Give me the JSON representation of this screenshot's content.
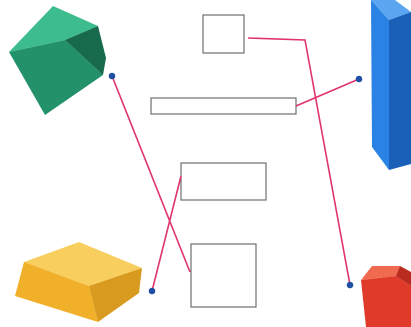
{
  "colors": {
    "background": "#ffffff",
    "connector_line": "#e0336f",
    "connector_dot": "#1f4fa3",
    "answer_box_border": "#6f6f6f",
    "green_cube": "#23916a",
    "blue_prism": "#1f6fd0",
    "yellow_slab": "#f3b935",
    "red_cube": "#e03a2a"
  },
  "diagram": {
    "solids": [
      {
        "name": "green-cube-solid",
        "shape": "cube",
        "color": "green"
      },
      {
        "name": "blue-prism-solid",
        "shape": "tall rectangular prism",
        "color": "blue"
      },
      {
        "name": "yellow-slab-solid",
        "shape": "flat rectangular prism",
        "color": "yellow"
      },
      {
        "name": "red-cube-solid",
        "shape": "cube",
        "color": "red"
      }
    ],
    "answer_boxes": [
      {
        "name": "answer-box-top",
        "text": ""
      },
      {
        "name": "answer-box-long",
        "text": ""
      },
      {
        "name": "answer-box-middle",
        "text": ""
      },
      {
        "name": "answer-box-bottom",
        "text": ""
      }
    ],
    "connections": [
      {
        "from": "answer-box-top",
        "to": "red-cube-solid"
      },
      {
        "from": "answer-box-long",
        "to": "blue-prism-solid"
      },
      {
        "from": "answer-box-middle",
        "to": "yellow-slab-solid"
      },
      {
        "from": "answer-box-bottom",
        "to": "green-cube-solid"
      }
    ]
  }
}
